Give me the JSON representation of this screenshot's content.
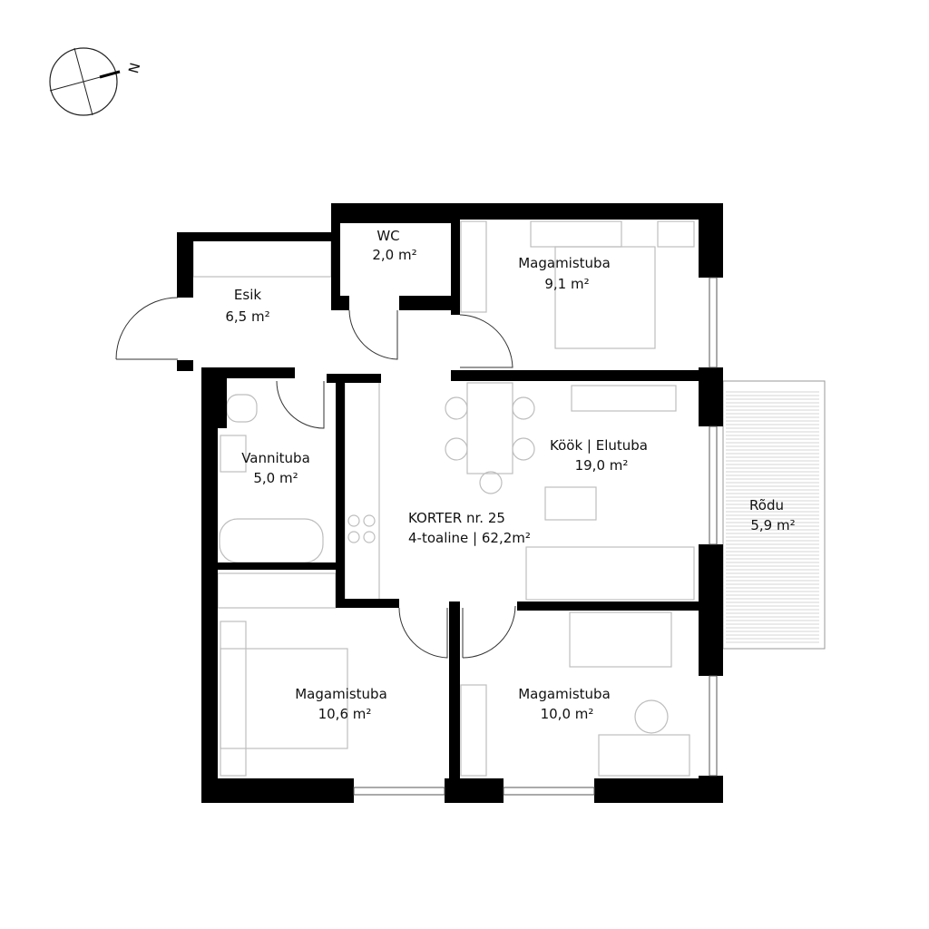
{
  "compass": {
    "label": "N"
  },
  "apartment": {
    "title": "KORTER nr. 25",
    "summary": "4-toaline | 62,2m²"
  },
  "rooms": [
    {
      "name": "Esik",
      "area": "6,5 m²"
    },
    {
      "name": "WC",
      "area": "2,0 m²"
    },
    {
      "name": "Magamistuba",
      "area": "9,1 m²"
    },
    {
      "name": "Vannituba",
      "area": "5,0 m²"
    },
    {
      "name": "Köök | Elutuba",
      "area": "19,0 m²"
    },
    {
      "name": "Rõdu",
      "area": "5,9 m²"
    },
    {
      "name": "Magamistuba",
      "area": "10,6 m²"
    },
    {
      "name": "Magamistuba",
      "area": "10,0 m²"
    }
  ]
}
